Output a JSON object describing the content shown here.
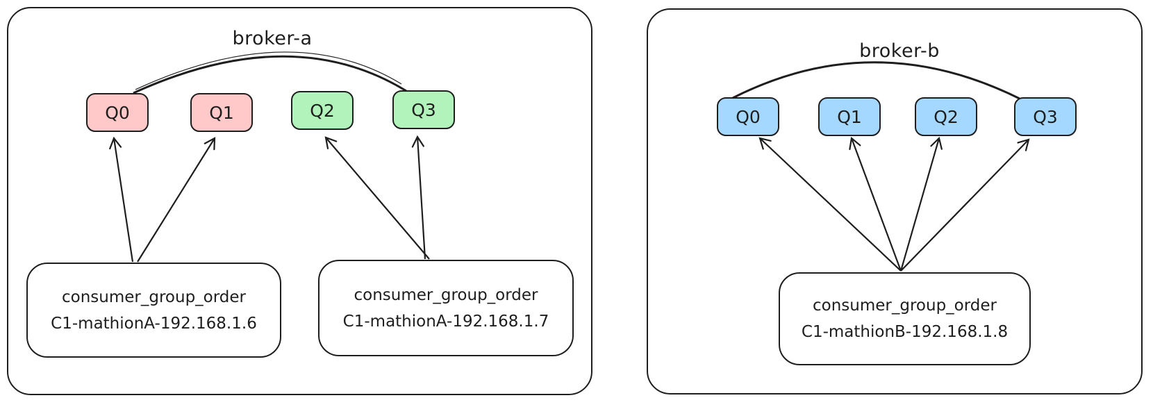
{
  "colors": {
    "stroke": "#1e1e1e",
    "canvas_background": "#ffffff",
    "queue_pink": "#ffc9c9",
    "queue_green": "#b2f2bb",
    "queue_blue": "#a5d8ff",
    "consumer_box_fill": "#ffffff"
  },
  "brokers": [
    {
      "title": "broker-a",
      "queues": [
        {
          "label": "Q0",
          "color": "pink"
        },
        {
          "label": "Q1",
          "color": "pink"
        },
        {
          "label": "Q2",
          "color": "green"
        },
        {
          "label": "Q3",
          "color": "green"
        }
      ],
      "consumers": [
        {
          "line1": "consumer_group_order",
          "line2": "C1-mathionA-192.168.1.6"
        },
        {
          "line1": "consumer_group_order",
          "line2": "C1-mathionA-192.168.1.7"
        }
      ]
    },
    {
      "title": "broker-b",
      "queues": [
        {
          "label": "Q0",
          "color": "blue"
        },
        {
          "label": "Q1",
          "color": "blue"
        },
        {
          "label": "Q2",
          "color": "blue"
        },
        {
          "label": "Q3",
          "color": "blue"
        }
      ],
      "consumers": [
        {
          "line1": "consumer_group_order",
          "line2": "C1-mathionB-192.168.1.8"
        }
      ]
    }
  ]
}
